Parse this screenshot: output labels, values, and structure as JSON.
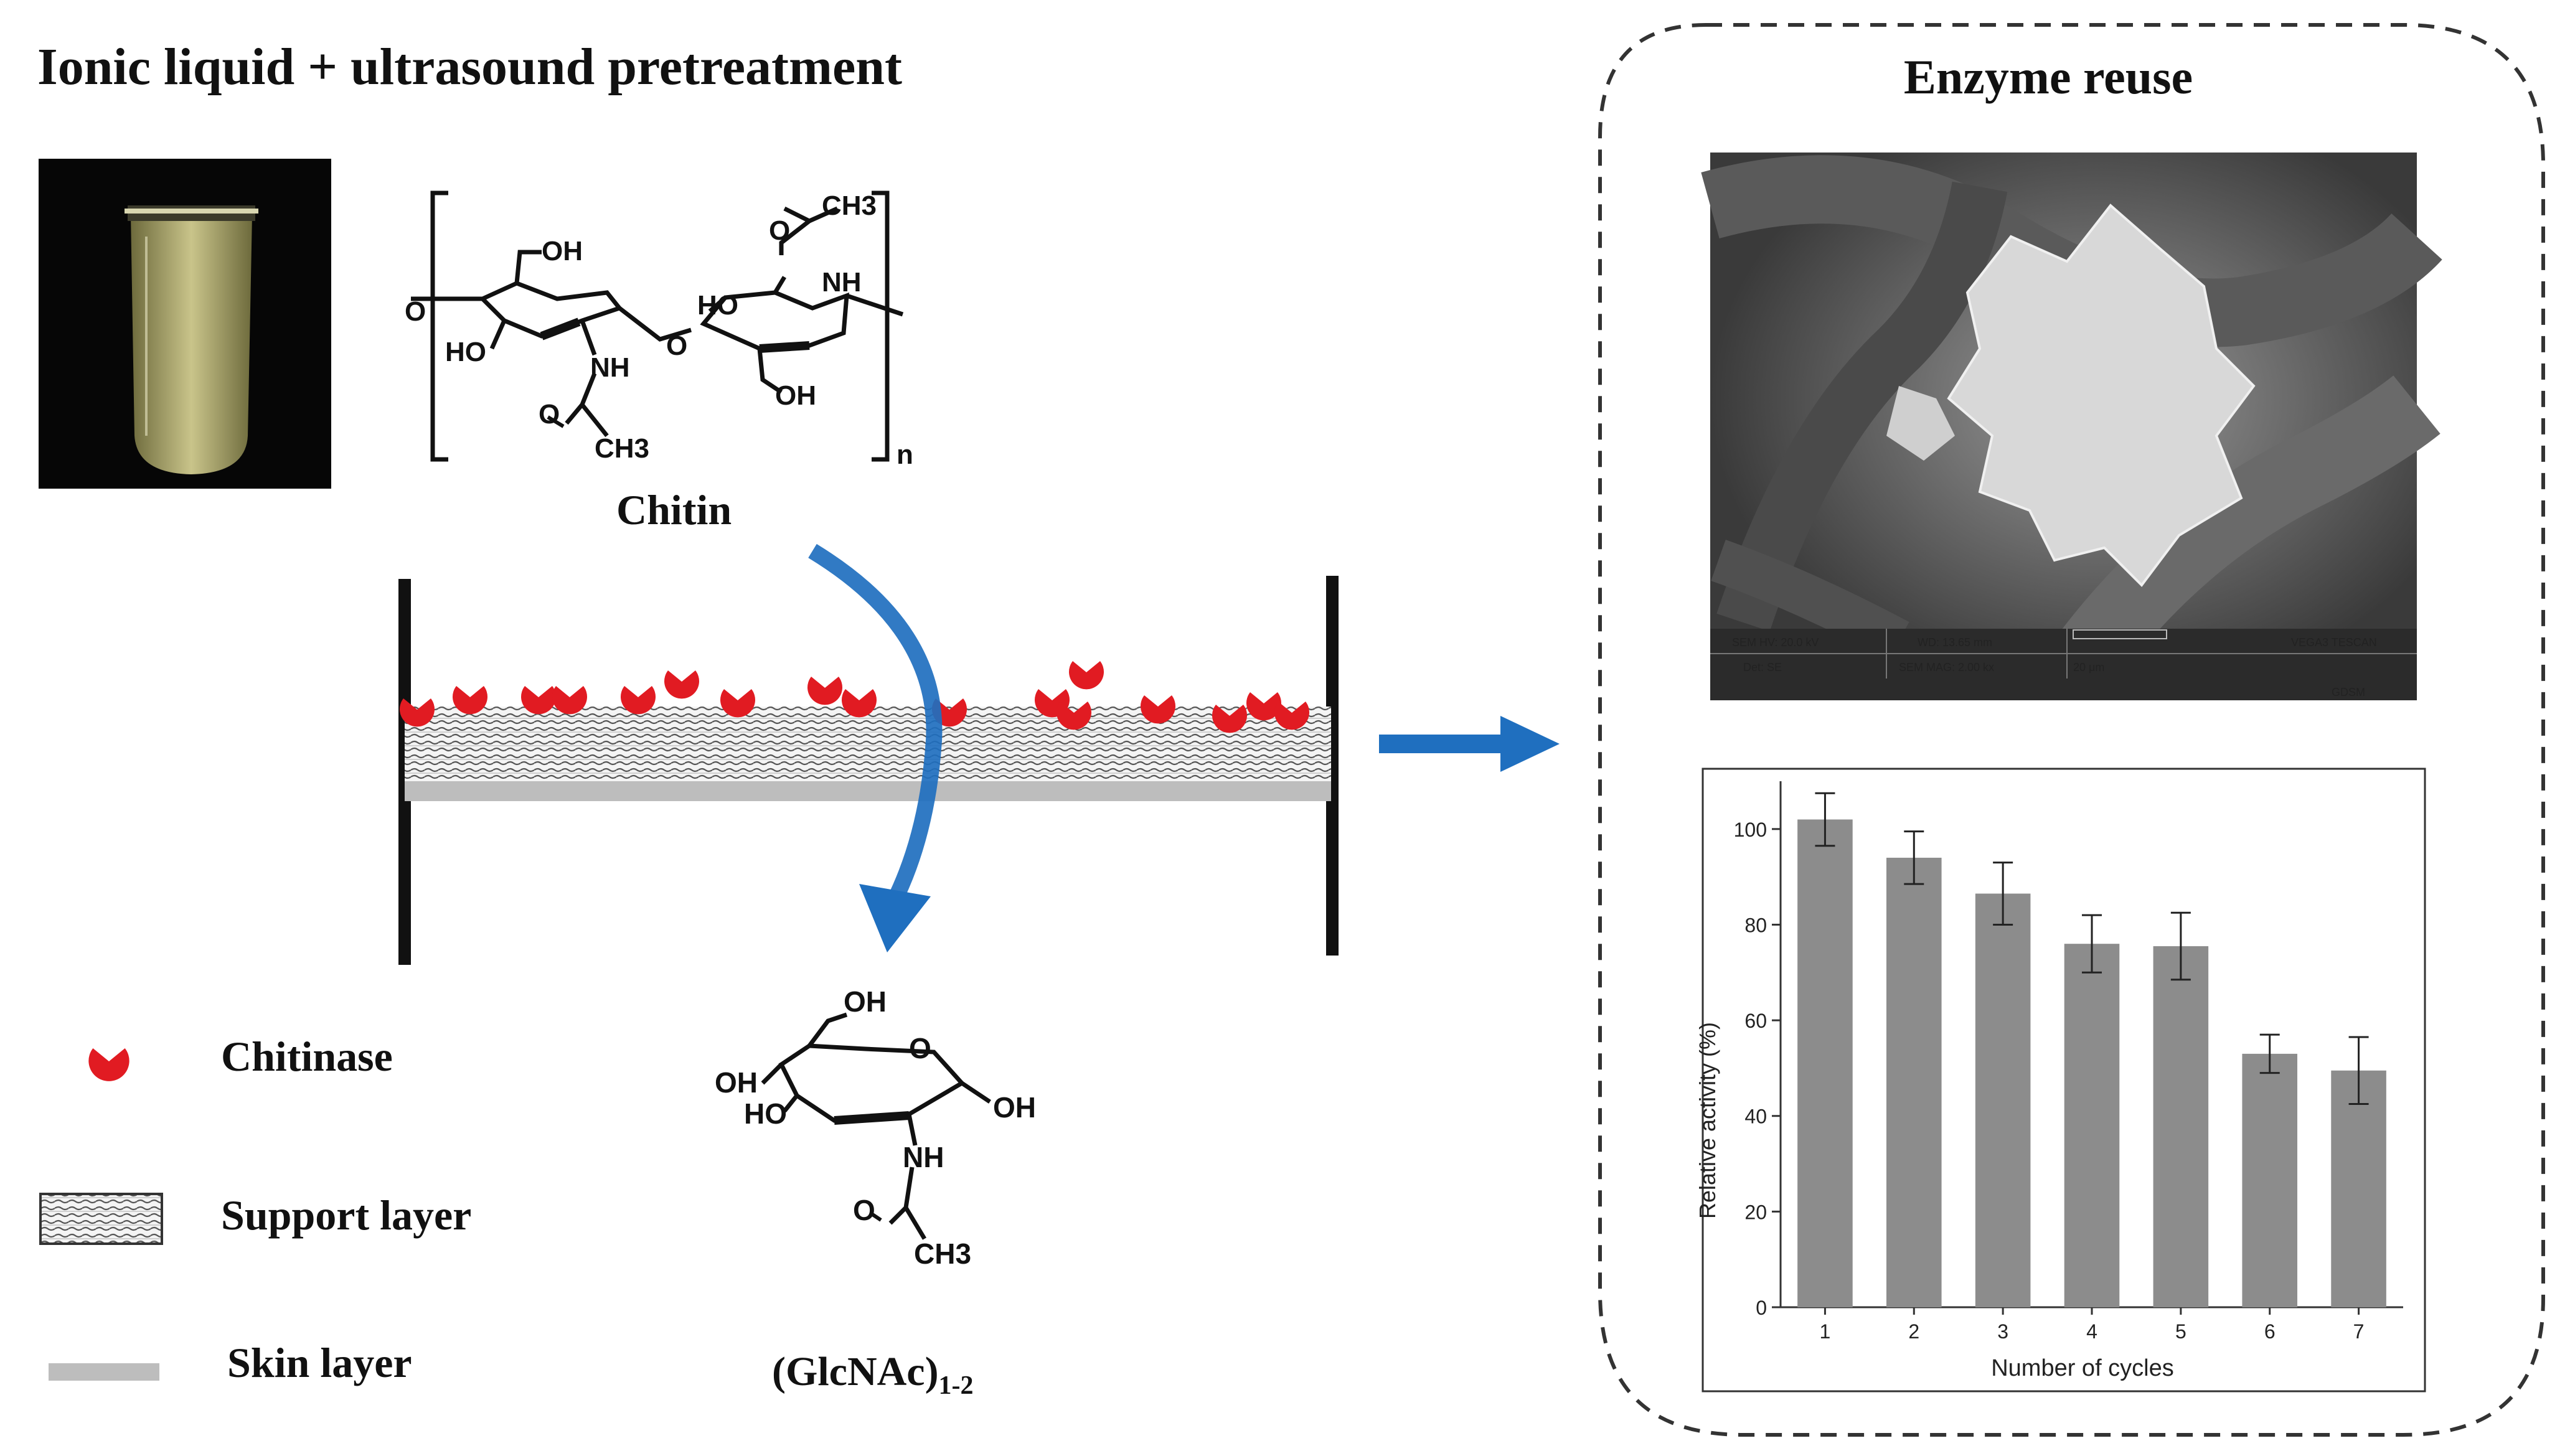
{
  "title": "Ionic liquid + ultrasound pretreatment",
  "chitin": {
    "label": "Chitin",
    "subscript_n": "n",
    "groups": {
      "ch3_top": "CH3",
      "oh_a": "OH",
      "nh_a": "NH",
      "ho_a": "HO",
      "ho_b": "HO",
      "ch3_b": "CH3",
      "nh_b": "NH",
      "oh_b": "OH",
      "o_link": "O",
      "o_top": "O",
      "o_bottom": "O",
      "o_end": "O"
    }
  },
  "product": {
    "label": "(GlcNAc)",
    "label_sub": "1-2",
    "groups": {
      "oh_top": "OH",
      "oh_left": "OH",
      "ho": "HO",
      "oh_right": "OH",
      "nh": "NH",
      "ch3": "CH3",
      "o_ring": "O",
      "o_acyl": "O"
    }
  },
  "legend": {
    "chitinase": "Chitinase",
    "support_layer": "Support layer",
    "skin_layer": "Skin layer"
  },
  "enzyme_panel": {
    "title": "Enzyme reuse",
    "sem_info": {
      "hv": "SEM HV: 20.0 kV",
      "wd": "WD: 13.65 mm",
      "vendor": "VEGA3 TESCAN",
      "det": "Det: SE",
      "mag": "SEM MAG: 2.00 kx",
      "scale": "20 μm",
      "lab": "GDSM"
    }
  },
  "colors": {
    "enzyme_red": "#e11b22",
    "arrow_blue": "#1f6fbf",
    "bar_gray": "#8c8c8c",
    "skin_gray": "#bdbdbd"
  },
  "chart_data": {
    "type": "bar",
    "categories": [
      "1",
      "2",
      "3",
      "4",
      "5",
      "6",
      "7"
    ],
    "values": [
      102,
      94,
      86.5,
      76,
      75.5,
      53,
      49.5
    ],
    "errors": [
      5.5,
      5.5,
      6.5,
      6,
      7,
      4,
      7
    ],
    "xlabel": "Number of cycles",
    "ylabel": "Relative activity (%)",
    "ylim": [
      0,
      110
    ],
    "yticks": [
      "0",
      "20",
      "40",
      "60",
      "80",
      "100"
    ],
    "grid": false
  }
}
